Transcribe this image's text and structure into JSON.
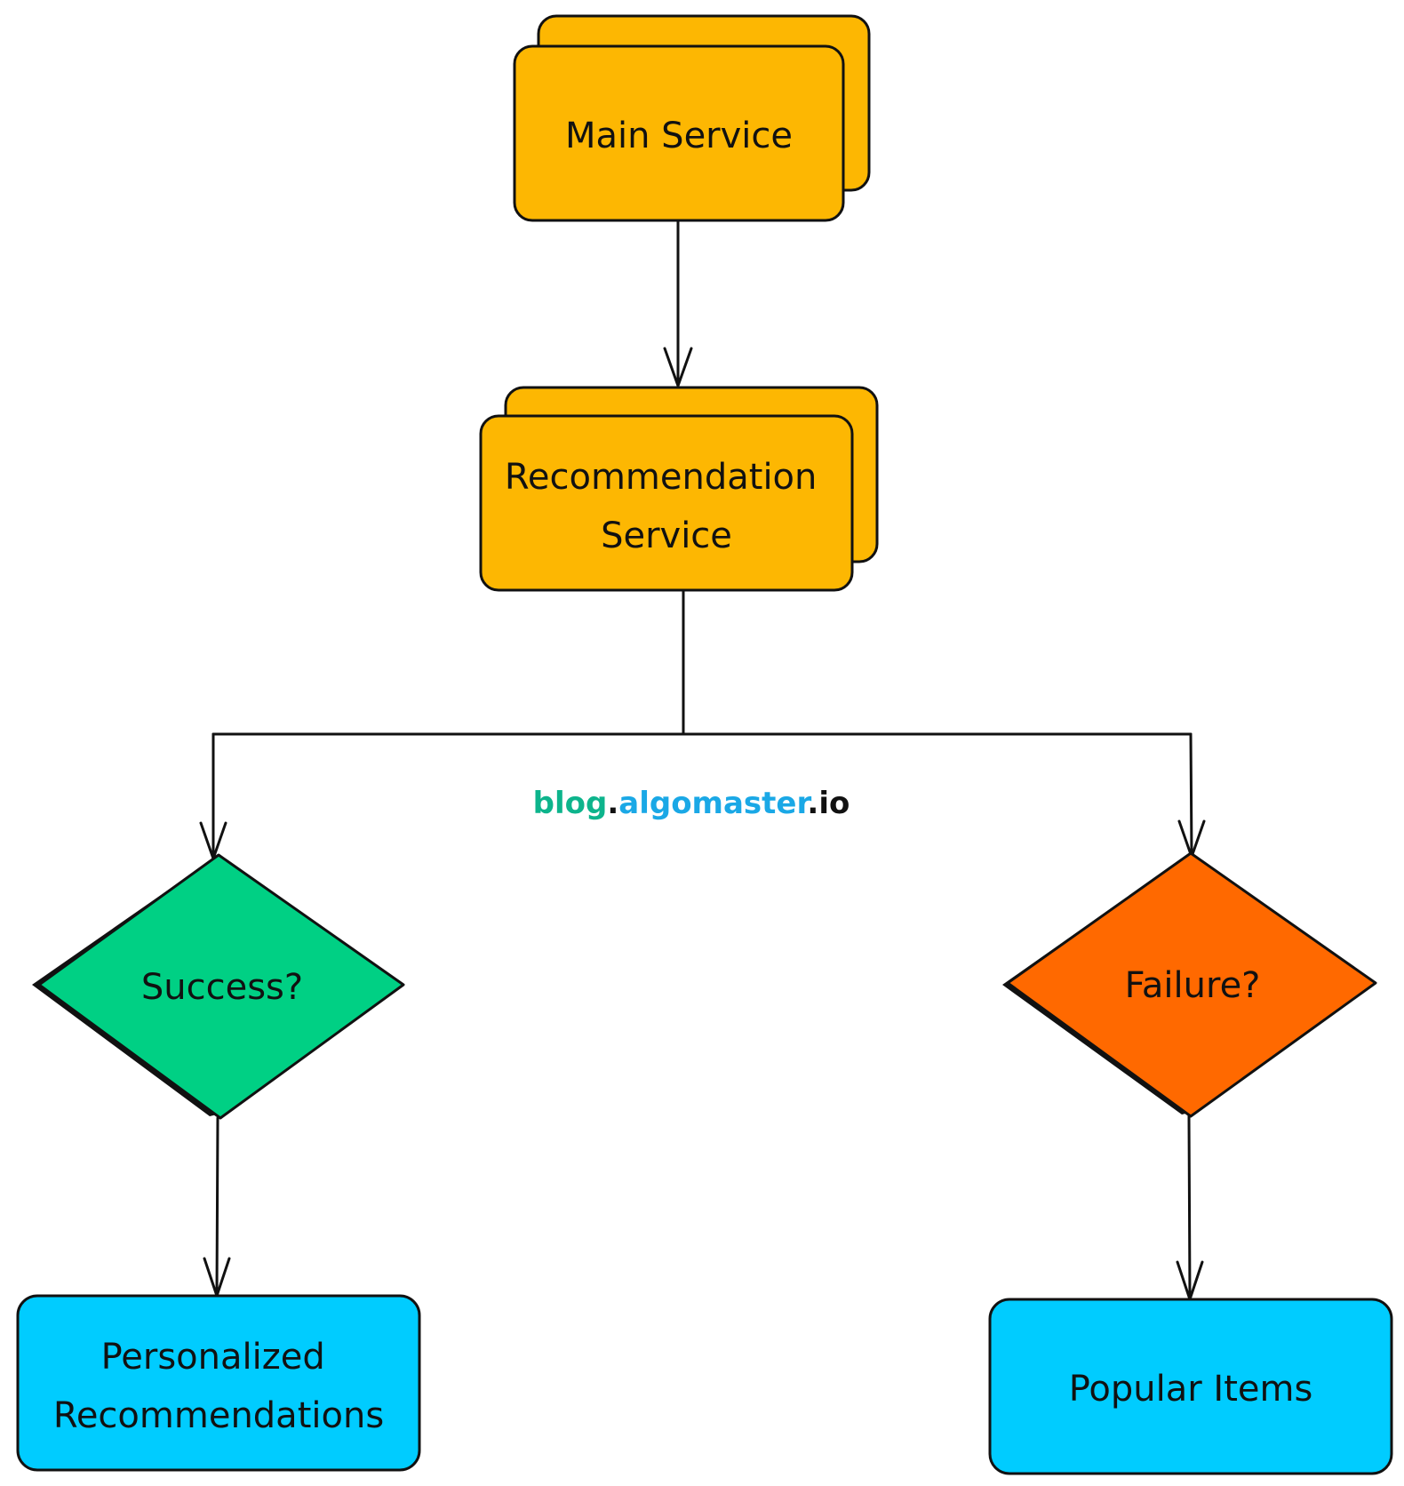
{
  "diagram": {
    "nodes": {
      "main_service": {
        "lines": [
          "Main Service"
        ]
      },
      "recommendation_service": {
        "lines": [
          "Recommendation",
          "Service"
        ]
      },
      "success": {
        "lines": [
          "Success?"
        ]
      },
      "failure": {
        "lines": [
          "Failure?"
        ]
      },
      "personalized": {
        "lines": [
          "Personalized",
          "Recommendations"
        ]
      },
      "popular": {
        "lines": [
          "Popular Items"
        ]
      }
    },
    "edges": [
      {
        "from": "main_service",
        "to": "recommendation_service"
      },
      {
        "from": "recommendation_service",
        "to": "success"
      },
      {
        "from": "recommendation_service",
        "to": "failure"
      },
      {
        "from": "success",
        "to": "personalized"
      },
      {
        "from": "failure",
        "to": "popular"
      }
    ]
  },
  "watermark": {
    "part1": "blog",
    "dot1": ".",
    "part2": "algomaster",
    "dot2": ".",
    "part3": "io"
  },
  "colors": {
    "service": "#FDB702",
    "success": "#00D084",
    "failure": "#FF6900",
    "result": "#00CCFF",
    "watermark_blog": "#0DB48C",
    "watermark_algomaster": "#1AA8E6",
    "watermark_io": "#111111"
  }
}
